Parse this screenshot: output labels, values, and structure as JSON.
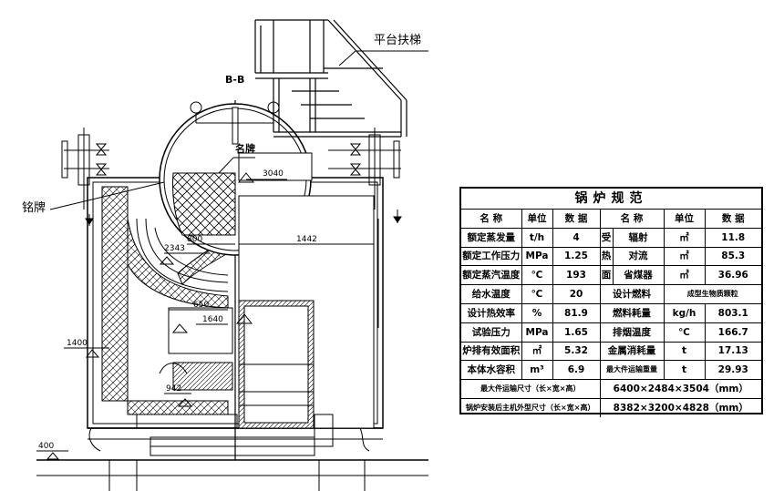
{
  "drawing": {
    "labels": {
      "section": "B-B",
      "platform_ladder": "平台扶梯",
      "nameplate_left": "铭牌",
      "nameplate_top": "名牌",
      "dim_3040": "3040",
      "dim_800": "800",
      "dim_1442": "1442",
      "dim_2343": "2343",
      "dim_650": "650",
      "dim_1640": "1640",
      "dim_1400": "1400",
      "dim_942": "942",
      "dim_400": "400"
    }
  },
  "spec_table": {
    "title": "锅炉规范",
    "headers": [
      "名 称",
      "单位",
      "数 据",
      "名 称",
      "单位",
      "数 据"
    ],
    "group_label": [
      "受",
      "热",
      "面"
    ],
    "rows": [
      {
        "name": "额定蒸发量",
        "unit": "t/h",
        "value": "4",
        "name2": "辐射",
        "unit2": "㎡",
        "value2": "11.8"
      },
      {
        "name": "额定工作压力",
        "unit": "MPa",
        "value": "1.25",
        "name2": "对流",
        "unit2": "㎡",
        "value2": "85.3"
      },
      {
        "name": "额定蒸汽温度",
        "unit": "℃",
        "value": "193",
        "name2": "省煤器",
        "unit2": "㎡",
        "value2": "36.96"
      },
      {
        "name": "给水温度",
        "unit": "℃",
        "value": "20",
        "name2": "设计燃料",
        "unit2": "",
        "value2": "成型生物质颗粒"
      },
      {
        "name": "设计热效率",
        "unit": "%",
        "value": "81.9",
        "name2": "燃料耗量",
        "unit2": "kg/h",
        "value2": "803.1"
      },
      {
        "name": "试验压力",
        "unit": "MPa",
        "value": "1.65",
        "name2": "排烟温度",
        "unit2": "℃",
        "value2": "166.7"
      },
      {
        "name": "炉排有效面积",
        "unit": "㎡",
        "value": "5.32",
        "name2": "金属消耗量",
        "unit2": "t",
        "value2": "17.13"
      },
      {
        "name": "本体水容积",
        "unit": "m³",
        "value": "6.9",
        "name2": "最大件运输重量",
        "unit2": "t",
        "value2": "29.93"
      }
    ],
    "footer": [
      {
        "name": "最大件运输尺寸（长×宽×高）",
        "value": "6400×2484×3504（mm）"
      },
      {
        "name": "锅炉安装后主机外型尺寸（长×宽×高）",
        "value": "8382×3200×4828（mm）"
      }
    ]
  }
}
